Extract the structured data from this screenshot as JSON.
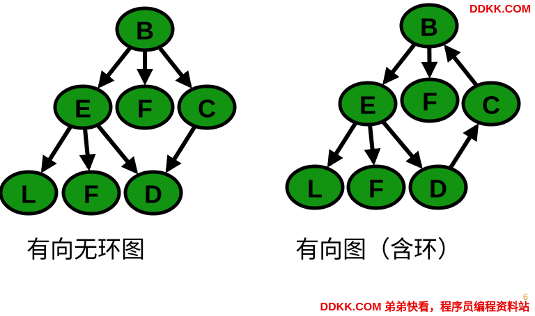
{
  "watermark_top": "DDKK.COM",
  "watermark_bottom": "DDKK.COM 弟弟快看，程序员编程资料站",
  "page_number": "6",
  "left_graph": {
    "caption": "有向无环图",
    "nodes": [
      {
        "id": "L1_B",
        "label": "B"
      },
      {
        "id": "L1_E",
        "label": "E"
      },
      {
        "id": "L1_F",
        "label": "F"
      },
      {
        "id": "L1_C",
        "label": "C"
      },
      {
        "id": "L1_L",
        "label": "L"
      },
      {
        "id": "L1_F2",
        "label": "F"
      },
      {
        "id": "L1_D",
        "label": "D"
      }
    ],
    "edges": [
      {
        "from": "L1_B",
        "to": "L1_E"
      },
      {
        "from": "L1_B",
        "to": "L1_F"
      },
      {
        "from": "L1_B",
        "to": "L1_C"
      },
      {
        "from": "L1_E",
        "to": "L1_L"
      },
      {
        "from": "L1_E",
        "to": "L1_F2"
      },
      {
        "from": "L1_E",
        "to": "L1_D"
      },
      {
        "from": "L1_C",
        "to": "L1_D"
      }
    ]
  },
  "right_graph": {
    "caption": "有向图（含环）",
    "nodes": [
      {
        "id": "R_B",
        "label": "B"
      },
      {
        "id": "R_E",
        "label": "E"
      },
      {
        "id": "R_F",
        "label": "F"
      },
      {
        "id": "R_C",
        "label": "C"
      },
      {
        "id": "R_L",
        "label": "L"
      },
      {
        "id": "R_F2",
        "label": "F"
      },
      {
        "id": "R_D",
        "label": "D"
      }
    ],
    "edges": [
      {
        "from": "R_B",
        "to": "R_E"
      },
      {
        "from": "R_B",
        "to": "R_F"
      },
      {
        "from": "R_C",
        "to": "R_B"
      },
      {
        "from": "R_E",
        "to": "R_L"
      },
      {
        "from": "R_E",
        "to": "R_F2"
      },
      {
        "from": "R_E",
        "to": "R_D"
      },
      {
        "from": "R_D",
        "to": "R_C"
      }
    ]
  },
  "colors": {
    "node_fill": "#129312",
    "node_stroke": "#000000",
    "edge": "#000000",
    "watermark": "#e60000",
    "page_number": "#d4a017"
  }
}
